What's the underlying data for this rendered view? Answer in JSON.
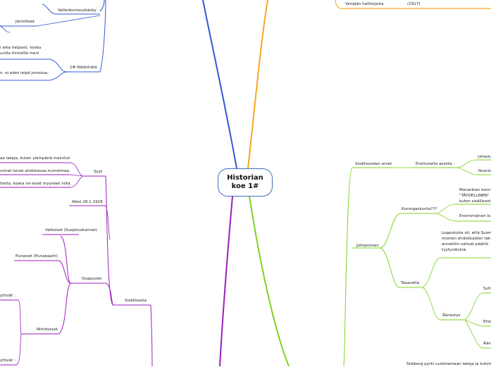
{
  "central_topic": {
    "line1": "Historian",
    "line2": "koe 1#"
  },
  "colors": {
    "blue": "#3158d6",
    "orange": "#f5a623",
    "green": "#7ed321",
    "purple": "#9b1fbf",
    "central_border": "#3a6fb7"
  },
  "branches": {
    "blue_top_left": {
      "vallankumouskasky": "Vallankumouskäsky",
      "jannitteet": "Jännitteet",
      "nalanhata": "1# Nälänhätä",
      "note1_line1": "i aika helposti, koska",
      "note1_line2": "uvilla ihmisillä meni",
      "note2": "n, ei edes leipä jonoissa."
    },
    "orange_top_right": {
      "venajan_hallitsijoita": "Venäjän hallitsijoita",
      "year_1917": "(1917)"
    },
    "purple_left": {
      "syyt": "Syyt",
      "syy1": "aa lakeja, kuten ylempänä mainitut.",
      "syy2": "unnat loivat ahdistavaa tunnelmaa.",
      "syy3": "tteita, koska ne eivät myyneet niitä.",
      "alkoi": "Alkoi 28.1.1918",
      "valkoiset": "Valkoiset (Suojeluskunnat)",
      "punaiset": "Punaiset (Punakaarti)",
      "osapuolet": "Osapuolet",
      "sisallissota": "Sisällissota",
      "nimitykset": "Nimitykset",
      "kayttivat1": "yttivät :",
      "kayttivat2": "yttivät :"
    },
    "green_right": {
      "sisallissodan_arvet": "Sisällissodan arvet",
      "erottuneita": "Erottuneita asioita :",
      "urheilu": "Urheilu",
      "nuoriso": "Nuoris",
      "johtaminen": "Johtaminen",
      "kuningaskunta": "Kuningaskunta???",
      "monarkian_line1": "Monarkian kann",
      "monarkian_line2": "\"TÄYDELLINEN\"",
      "monarkian_line3": "kuten sisällissot",
      "ensimmainen": "Ensimmäinen ku",
      "tasavalta": "Tasavalta",
      "lopputulos_line1": "Lopputulos oli, että Suom",
      "lopputulos_line2": "monien ehdokkaiden tak",
      "lopputulos_line3": "annettiin vahvat päättö",
      "lopputulos_line4": "tyytyväisinä.",
      "aanestys": "Äänestys",
      "sylt": "Sylt",
      "ehd": "Ehd",
      "aan": "Ään",
      "stalberg": "Stalberg pyrki uudistamaan lakeja ja kutom"
    }
  }
}
